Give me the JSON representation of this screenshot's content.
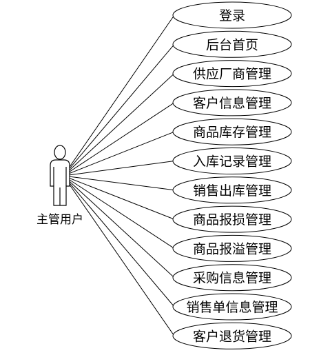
{
  "actor": {
    "name": "主管用户"
  },
  "use_cases": [
    {
      "label": "登录"
    },
    {
      "label": "后台首页"
    },
    {
      "label": "供应厂商管理"
    },
    {
      "label": "客户信息管理"
    },
    {
      "label": "商品库存管理"
    },
    {
      "label": "入库记录管理"
    },
    {
      "label": "销售出库管理"
    },
    {
      "label": "商品报损管理"
    },
    {
      "label": "商品报溢管理"
    },
    {
      "label": "采购信息管理"
    },
    {
      "label": "销售单信息管理"
    },
    {
      "label": "客户退货管理"
    }
  ]
}
